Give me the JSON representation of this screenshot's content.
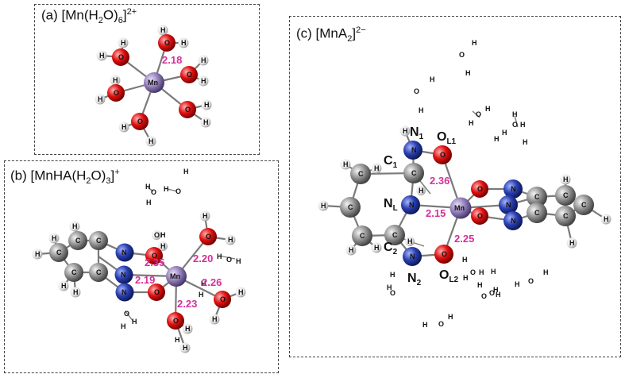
{
  "panels": {
    "a": {
      "title_prefix": "(a) [Mn(H",
      "title_mid": "O)",
      "title_sub1": "2",
      "title_sub2": "6",
      "title_close": "]",
      "title_charge": "2+",
      "distances": [
        "2.18"
      ]
    },
    "b": {
      "title_prefix": "(b) [MnHA(H",
      "title_mid": "O)",
      "title_sub1": "2",
      "title_sub2": "3",
      "title_close": "]",
      "title_charge": "+",
      "distances": [
        "2.35",
        "2.20",
        "2.19",
        "2.26",
        "2.23"
      ]
    },
    "c": {
      "title_prefix": "(c) [MnA",
      "title_sub": "2",
      "title_close": "]",
      "title_charge": "2−",
      "distances": [
        "2.36",
        "2.15",
        "2.25"
      ],
      "labels": {
        "N1": "N",
        "N1_sub": "1",
        "OL1": "O",
        "OL1_sub": "L1",
        "C1": "C",
        "C1_sub": "1",
        "NL": "N",
        "NL_sub": "L",
        "C2": "C",
        "C2_sub": "2",
        "N2": "N",
        "N2_sub": "2",
        "OL2": "O",
        "OL2_sub": "L2"
      }
    }
  },
  "atom_symbols": {
    "mn": "Mn",
    "o": "O",
    "h": "H",
    "n": "N",
    "c": "C"
  },
  "colors": {
    "mn": "#8c78b4",
    "o": "#e01010",
    "n": "#2a3fb0",
    "c": "#8a8a8a",
    "h": "#f2f2f2",
    "distance": "#d6309a"
  }
}
